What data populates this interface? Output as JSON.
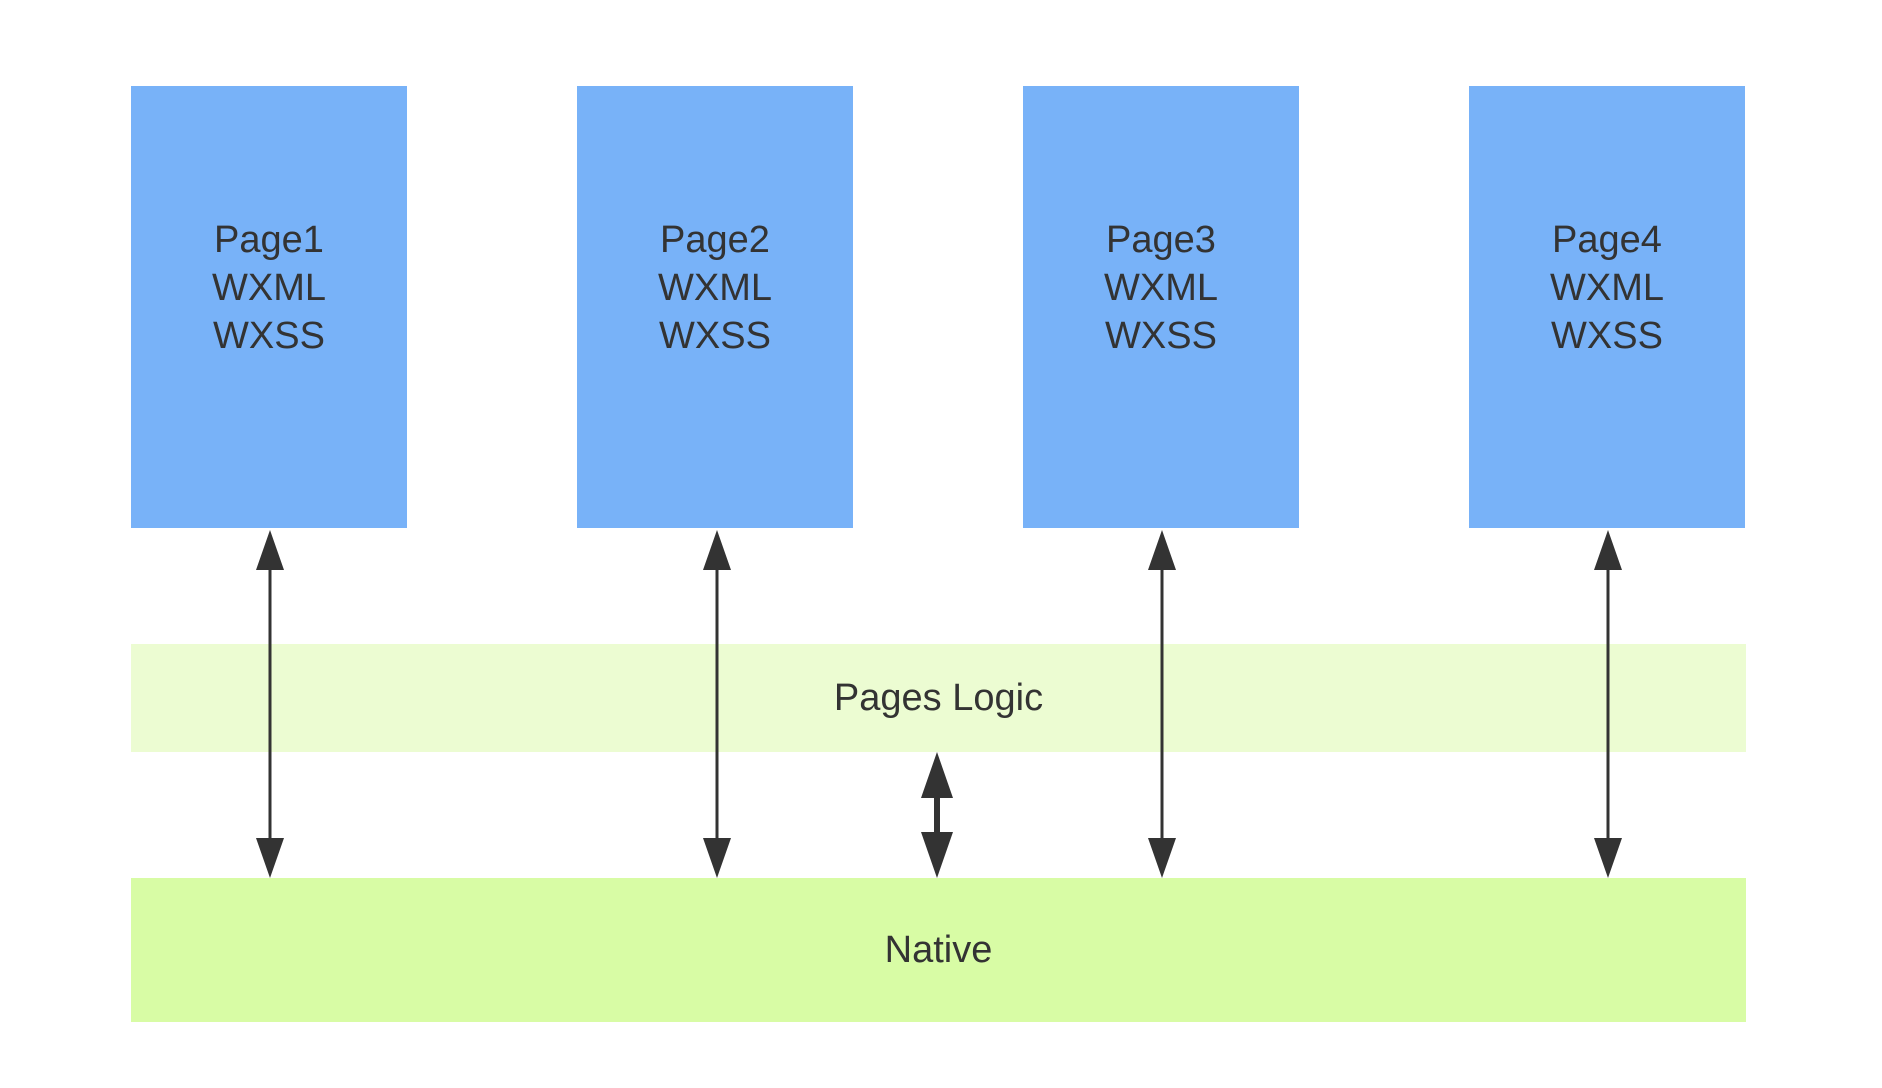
{
  "pages": [
    {
      "name": "Page1",
      "markup": "WXML",
      "style": "WXSS"
    },
    {
      "name": "Page2",
      "markup": "WXML",
      "style": "WXSS"
    },
    {
      "name": "Page3",
      "markup": "WXML",
      "style": "WXSS"
    },
    {
      "name": "Page4",
      "markup": "WXML",
      "style": "WXSS"
    }
  ],
  "logic_layer": {
    "label": "Pages Logic"
  },
  "native_layer": {
    "label": "Native"
  },
  "colors": {
    "page_box": "#78b2f8",
    "logic_band": "#ecfcd2",
    "native_band": "#d8fca5",
    "arrow": "#333333",
    "text": "#333333"
  }
}
